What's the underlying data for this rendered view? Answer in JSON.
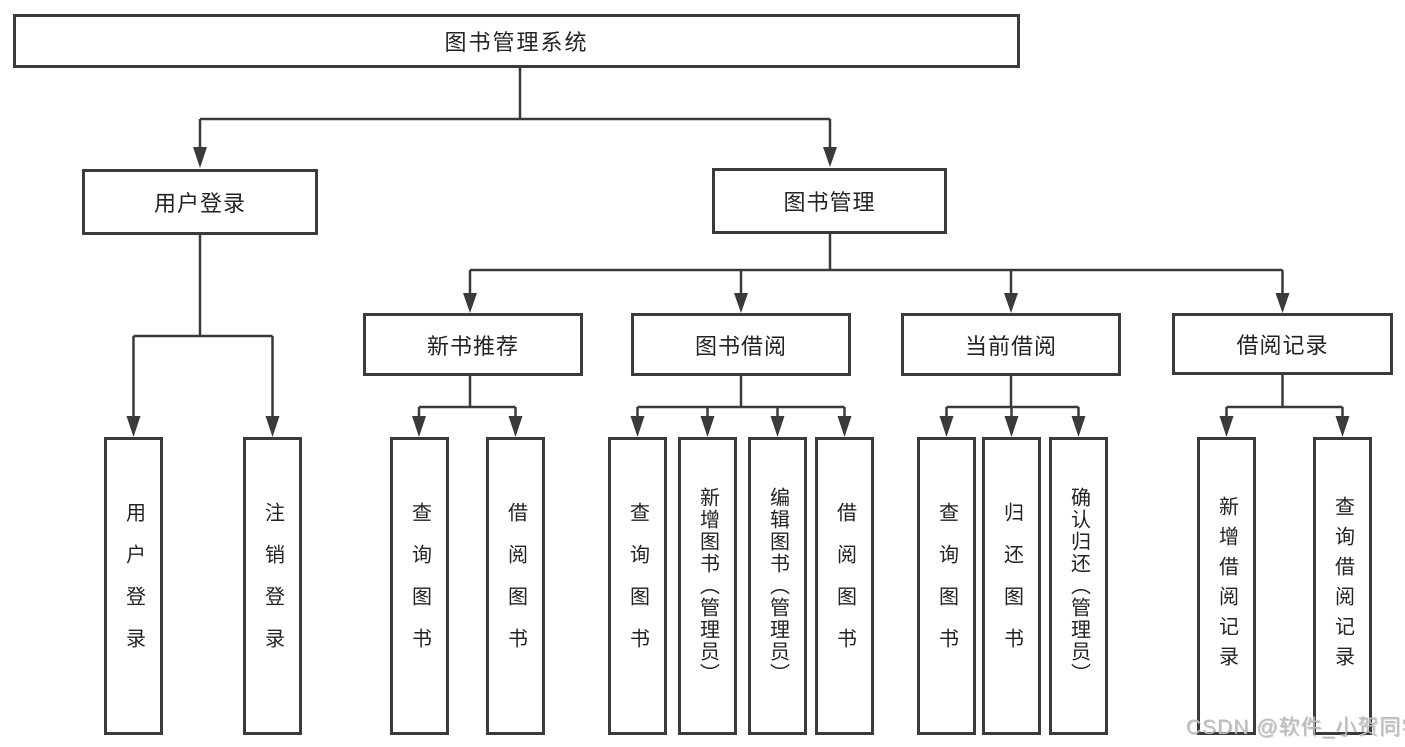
{
  "diagram": {
    "title": "图书管理系统",
    "colors": {
      "line": "#3a3a3a",
      "box_border": "#3a3a3a",
      "text": "#232323",
      "background": "#ffffff",
      "watermark_text": "#bdbdbd"
    },
    "root": {
      "label": "图书管理系统"
    },
    "branches": [
      {
        "label": "用户登录",
        "children": [
          {
            "label": "用户登录"
          },
          {
            "label": "注销登录"
          }
        ]
      },
      {
        "label": "图书管理",
        "children": [
          {
            "label": "新书推荐",
            "children": [
              {
                "label": "查询图书"
              },
              {
                "label": "借阅图书"
              }
            ]
          },
          {
            "label": "图书借阅",
            "children": [
              {
                "label": "查询图书"
              },
              {
                "label": "新增图书（管理员）"
              },
              {
                "label": "编辑图书（管理员）"
              },
              {
                "label": "借阅图书"
              }
            ]
          },
          {
            "label": "当前借阅",
            "children": [
              {
                "label": "查询图书"
              },
              {
                "label": "归还图书"
              },
              {
                "label": "确认归还（管理员）"
              }
            ]
          },
          {
            "label": "借阅记录",
            "children": [
              {
                "label": "新增借阅记录"
              },
              {
                "label": "查询借阅记录"
              }
            ]
          }
        ]
      }
    ],
    "watermark": "CSDN @软件_小贺同学"
  }
}
